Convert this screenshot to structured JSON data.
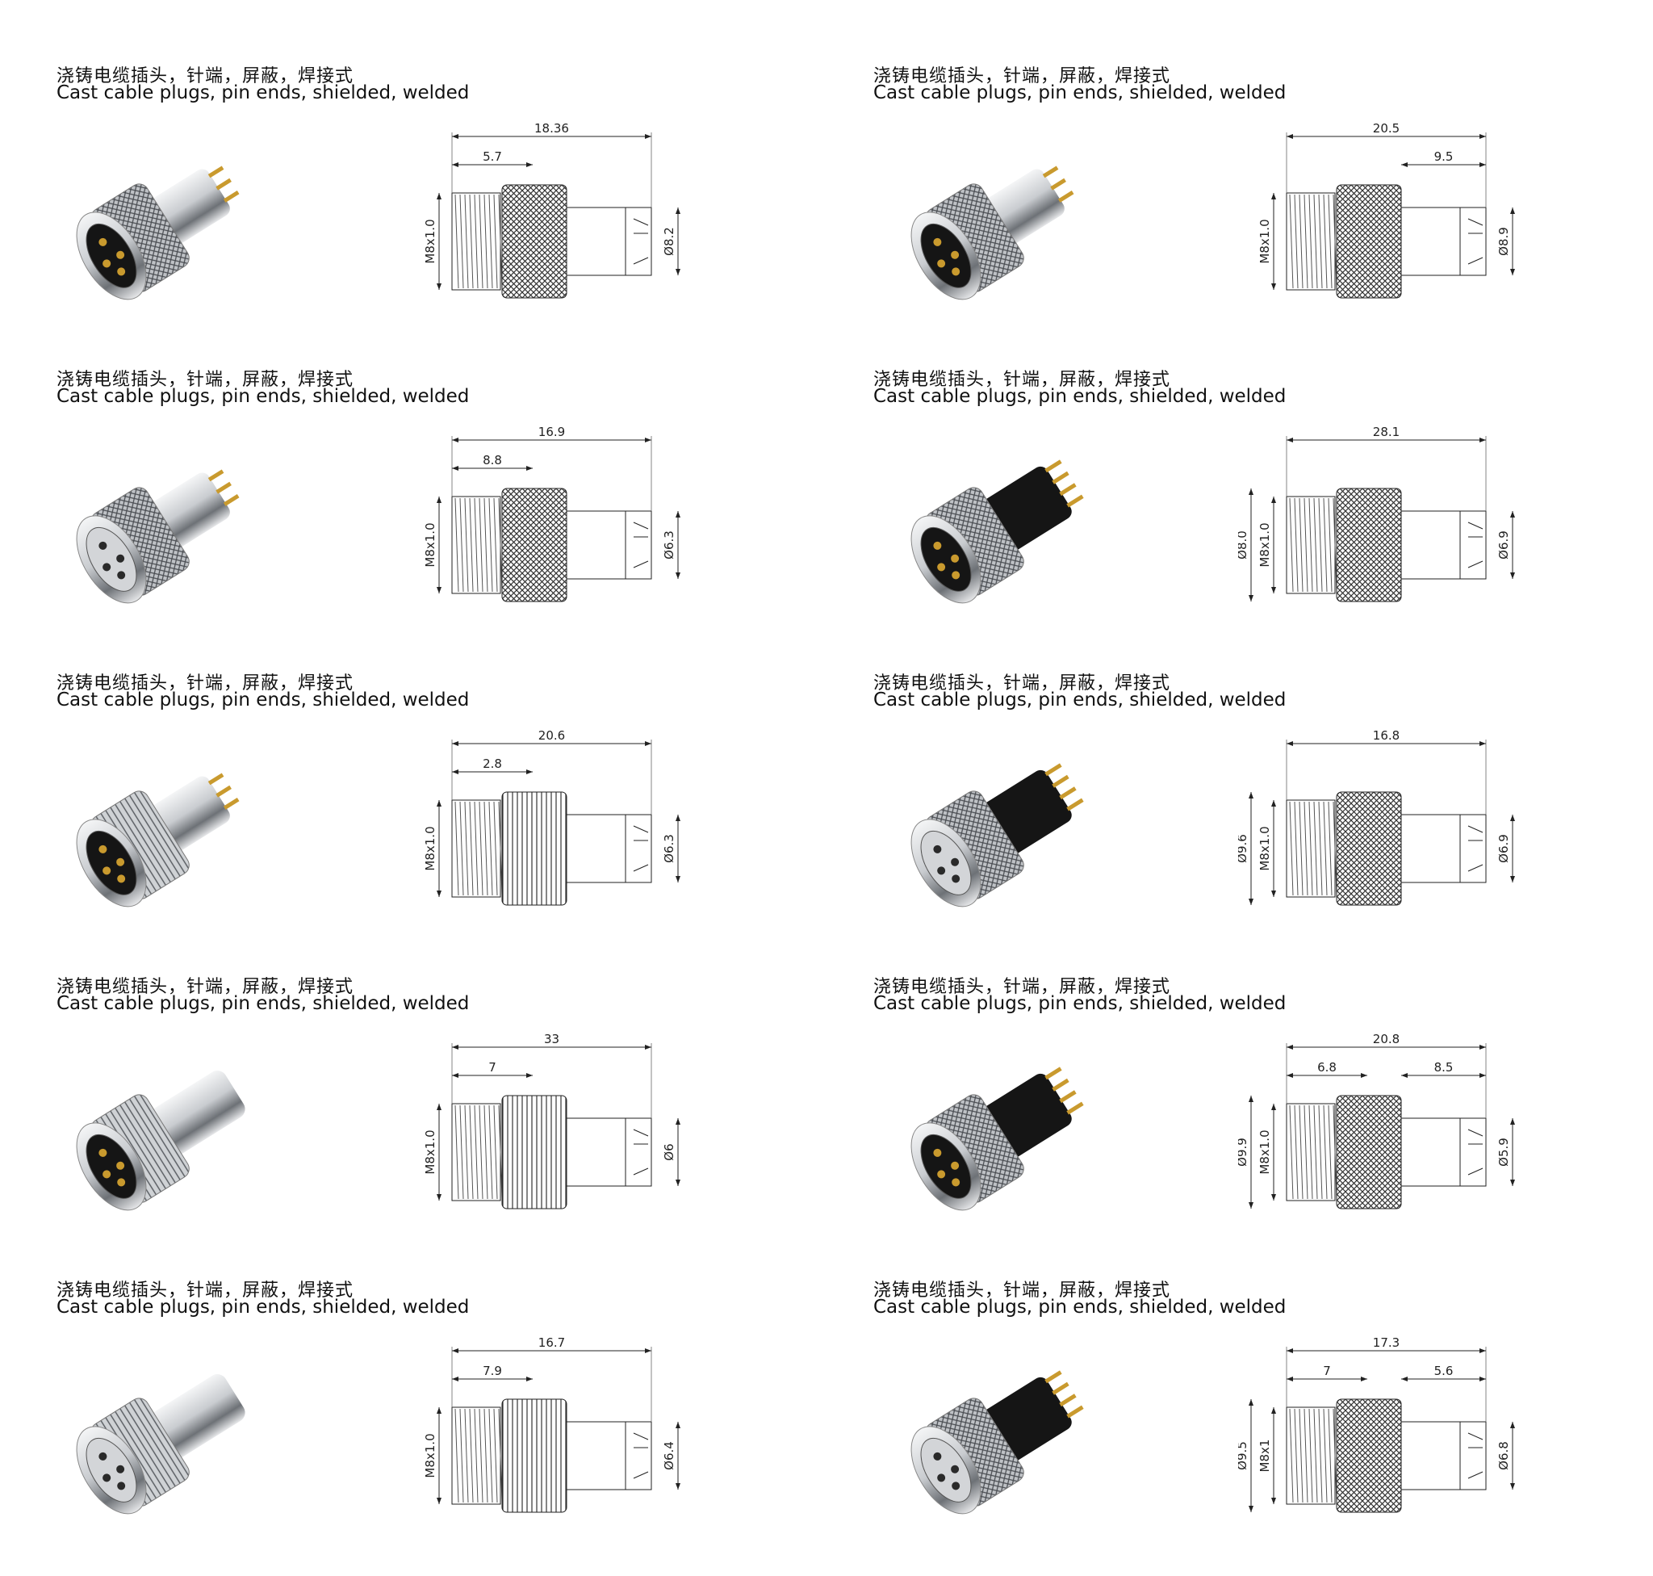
{
  "items": [
    {
      "caption_cn": "浇铸电缆插头，针端，屏蔽，焊接式",
      "caption_en": "Cast cable plugs, pin ends, shielded, welded",
      "dim_overall": "18.36",
      "dim_a": "5.7",
      "dim_b": "",
      "dim_thread": "M8x1.0",
      "dim_d1": "",
      "dim_d2": "Ø8.2",
      "gender": "male",
      "knurl": "cross",
      "rear": "metal"
    },
    {
      "caption_cn": "浇铸电缆插头，针端，屏蔽，焊接式",
      "caption_en": "Cast cable plugs, pin ends, shielded, welded",
      "dim_overall": "20.5",
      "dim_a": "",
      "dim_b": "9.5",
      "dim_thread": "M8x1.0",
      "dim_d1": "",
      "dim_d2": "Ø8.9",
      "gender": "male",
      "knurl": "cross",
      "rear": "metal"
    },
    {
      "caption_cn": "浇铸电缆插头，针端，屏蔽，焊接式",
      "caption_en": "Cast cable plugs, pin ends, shielded, welded",
      "dim_overall": "16.9",
      "dim_a": "8.8",
      "dim_b": "",
      "dim_thread": "M8x1.0",
      "dim_d1": "",
      "dim_d2": "Ø6.3",
      "gender": "female",
      "knurl": "cross",
      "rear": "metal"
    },
    {
      "caption_cn": "浇铸电缆插头，针端，屏蔽，焊接式",
      "caption_en": "Cast cable plugs, pin ends, shielded, welded",
      "dim_overall": "28.1",
      "dim_a": "",
      "dim_b": "",
      "dim_thread": "M8x1.0",
      "dim_d1": "Ø8.0",
      "dim_d2": "Ø6.9",
      "gender": "male",
      "knurl": "cross",
      "rear": "black"
    },
    {
      "caption_cn": "浇铸电缆插头，针端，屏蔽，焊接式",
      "caption_en": "Cast cable plugs, pin ends, shielded, welded",
      "dim_overall": "20.6",
      "dim_a": "2.8",
      "dim_b": "",
      "dim_thread": "M8x1.0",
      "dim_d1": "",
      "dim_d2": "Ø6.3",
      "gender": "male",
      "knurl": "straight",
      "rear": "metal"
    },
    {
      "caption_cn": "浇铸电缆插头，针端，屏蔽，焊接式",
      "caption_en": "Cast cable plugs, pin ends, shielded, welded",
      "dim_overall": "16.8",
      "dim_a": "",
      "dim_b": "",
      "dim_thread": "M8x1.0",
      "dim_d1": "Ø9.6",
      "dim_d2": "Ø6.9",
      "gender": "female",
      "knurl": "cross",
      "rear": "black"
    },
    {
      "caption_cn": "浇铸电缆插头，针端，屏蔽，焊接式",
      "caption_en": "Cast cable plugs, pin ends, shielded, welded",
      "dim_overall": "33",
      "dim_a": "7",
      "dim_b": "",
      "dim_thread": "M8x1.0",
      "dim_d1": "",
      "dim_d2": "Ø6",
      "gender": "male",
      "knurl": "straight",
      "rear": "tube"
    },
    {
      "caption_cn": "浇铸电缆插头，针端，屏蔽，焊接式",
      "caption_en": "Cast cable plugs, pin ends, shielded, welded",
      "dim_overall": "20.8",
      "dim_a": "6.8",
      "dim_b": "8.5",
      "dim_thread": "M8x1.0",
      "dim_d1": "Ø9.9",
      "dim_d2": "Ø5.9",
      "gender": "male",
      "knurl": "cross",
      "rear": "black"
    },
    {
      "caption_cn": "浇铸电缆插头，针端，屏蔽，焊接式",
      "caption_en": "Cast cable plugs, pin ends, shielded, welded",
      "dim_overall": "16.7",
      "dim_a": "7.9",
      "dim_b": "",
      "dim_thread": "M8x1.0",
      "dim_d1": "",
      "dim_d2": "Ø6.4",
      "gender": "female",
      "knurl": "straight",
      "rear": "tube"
    },
    {
      "caption_cn": "浇铸电缆插头，针端，屏蔽，焊接式",
      "caption_en": "Cast cable plugs, pin ends, shielded, welded",
      "dim_overall": "17.3",
      "dim_a": "7",
      "dim_b": "5.6",
      "dim_thread": "M8x1",
      "dim_d1": "Ø9.5",
      "dim_d2": "Ø6.8",
      "gender": "female",
      "knurl": "cross",
      "rear": "black"
    }
  ],
  "colors": {
    "metal": "#c9ccd0",
    "metal_dark": "#6d7176",
    "black": "#151515",
    "gold": "#c99a2e",
    "line": "#222222"
  }
}
